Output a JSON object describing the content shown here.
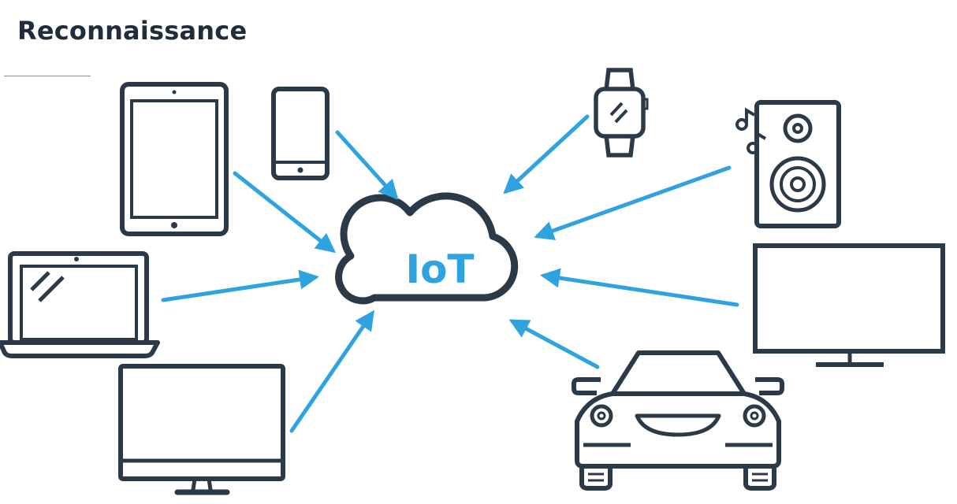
{
  "header": {
    "title": "Reconnaissance"
  },
  "hub": {
    "label": "IoT",
    "icon": "cloud-icon"
  },
  "devices": [
    {
      "name": "tablet",
      "icon": "tablet-icon"
    },
    {
      "name": "smartphone",
      "icon": "smartphone-icon"
    },
    {
      "name": "laptop",
      "icon": "laptop-icon"
    },
    {
      "name": "desktop monitor",
      "icon": "desktop-monitor-icon"
    },
    {
      "name": "smartwatch",
      "icon": "smartwatch-icon"
    },
    {
      "name": "speaker",
      "icon": "speaker-icon"
    },
    {
      "name": "television",
      "icon": "television-icon"
    },
    {
      "name": "car",
      "icon": "car-icon"
    }
  ],
  "colors": {
    "title": "#1f2d3d",
    "rule": "#8a8f94",
    "icon_stroke": "#2b3a48",
    "arrow": "#2ea3df",
    "hub_label": "#2ea3df",
    "background": "#ffffff"
  }
}
